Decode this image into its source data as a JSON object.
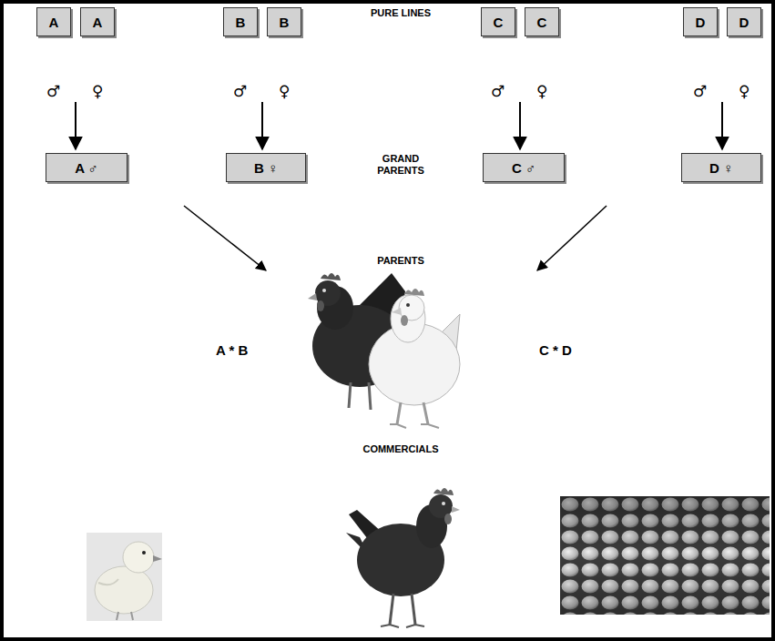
{
  "diagram": {
    "nodes": [
      {
        "text": [
          "A"
        ]
      },
      {
        "text": [
          "A"
        ]
      },
      {
        "text": [
          "B"
        ]
      },
      {
        "text": [
          "B"
        ]
      },
      {
        "text": [
          "C"
        ]
      },
      {
        "text": [
          "C"
        ]
      },
      {
        "text": [
          "D"
        ]
      },
      {
        "text": [
          "D"
        ]
      },
      {
        "text": [
          "A ♂"
        ]
      },
      {
        "text": [
          "B ♀"
        ]
      },
      {
        "text": [
          "C ♂"
        ]
      },
      {
        "text": [
          "D ♀"
        ]
      }
    ],
    "labels": [
      "PURE LINES",
      "♂",
      "♀",
      "♂",
      "♀",
      "♂",
      "♀",
      "♂",
      "♀",
      "GRAND PARENTS",
      "PARENTS",
      "A * B",
      "C * D",
      "COMMERCIALS"
    ]
  }
}
